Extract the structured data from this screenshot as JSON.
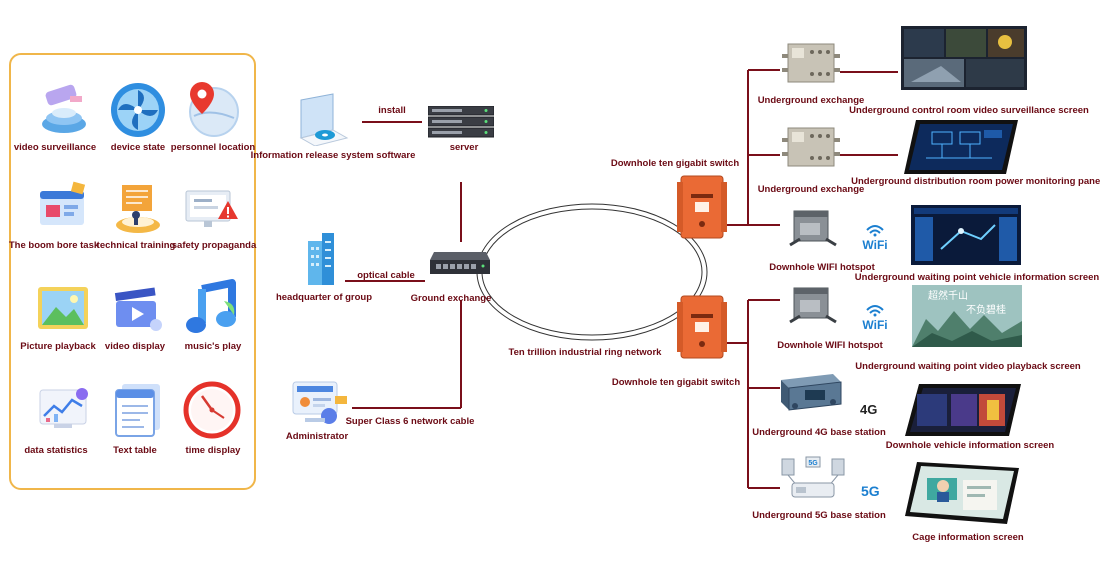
{
  "panel": {
    "items": [
      {
        "label": "video surveillance",
        "icon": "video-surveillance-icon"
      },
      {
        "label": "device state",
        "icon": "fan-icon"
      },
      {
        "label": "personnel location",
        "icon": "map-pin-icon"
      },
      {
        "label": "The boom bore task",
        "icon": "task-icon"
      },
      {
        "label": "technical training",
        "icon": "training-icon"
      },
      {
        "label": "safety propaganda",
        "icon": "safety-warning-icon"
      },
      {
        "label": "Picture playback",
        "icon": "picture-icon"
      },
      {
        "label": "video display",
        "icon": "video-clapper-icon"
      },
      {
        "label": "music's play",
        "icon": "music-note-icon"
      },
      {
        "label": "data statistics",
        "icon": "statistics-icon"
      },
      {
        "label": "Text table",
        "icon": "text-table-icon"
      },
      {
        "label": "time display",
        "icon": "clock-icon"
      }
    ]
  },
  "nodes": {
    "software": "Information release system software",
    "server": "server",
    "hq": "headquarter of group",
    "ground": "Ground exchange",
    "admin": "Administrator",
    "ring": "Ten trillion industrial ring network",
    "switch_top": "Downhole ten gigabit switch",
    "switch_bottom": "Downhole ten gigabit switch",
    "ux1": "Underground exchange",
    "ux2": "Underground exchange",
    "wifi1": "Downhole WIFI hotspot",
    "wifi2": "Downhole WIFI hotspot",
    "bs4g": "Underground 4G base station",
    "bs5g": "Underground 5G base station"
  },
  "links": {
    "install": "install",
    "optical": "optical cable",
    "cat6": "Super Class 6 network cable"
  },
  "screens": {
    "s1": "Underground control room video surveillance screen",
    "s2": "Underground distribution room power monitoring panel",
    "s3": "Underground waiting point vehicle information screen",
    "s4": "Underground waiting point video playback screen",
    "s5": "Downhole vehicle information screen",
    "s6": "Cage information screen"
  },
  "badges": {
    "wifi": "WiFi",
    "g4": "4G",
    "g5": "5G",
    "poster_line1": "超然千山",
    "poster_line2": "不负碧桂"
  },
  "colors": {
    "line": "#7a0f1a",
    "label": "#6b0a14",
    "panel_border": "#f0b64a",
    "switch_orange": "#ea6a35",
    "wifi_blue": "#1b7fd0"
  }
}
